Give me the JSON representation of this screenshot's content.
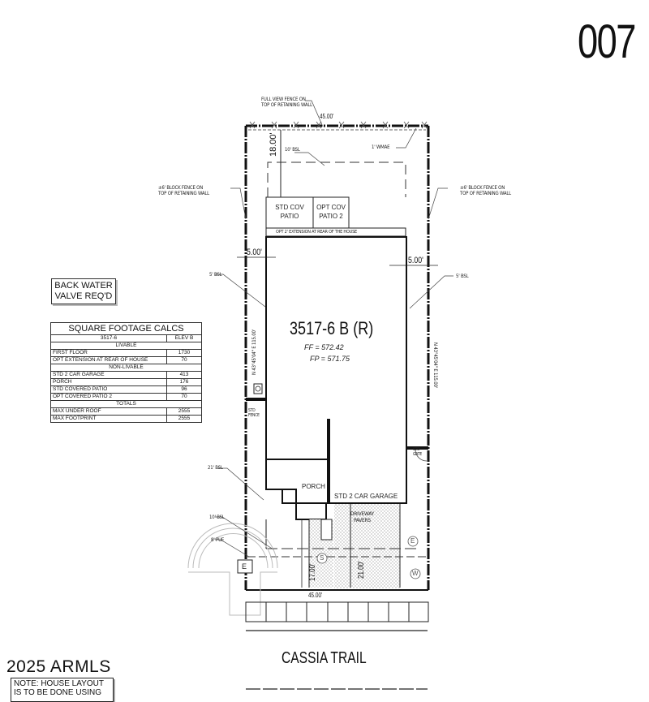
{
  "sheet": {
    "number": "007"
  },
  "lot": {
    "plan_name": "3517-6 B (R)",
    "finish_floor_label": "FF",
    "finish_floor": "572.42",
    "finish_pad_label": "FP",
    "finish_pad": "571.75",
    "front_width": "45.00'",
    "rear_width": "45.00'",
    "side_bearing_left": "N 43°45'04\" E 115.00'",
    "side_bearing_right": "N 43°45'04\" E 115.00'",
    "rear_setback_dim": "18.00'",
    "side_setback_left_dim": "5.00'",
    "side_setback_right_dim": "5.00'",
    "front_garage_dim": "21.00'",
    "front_house_dim": "17.00'"
  },
  "annotations": {
    "rear_fence": "FULL VIEW FENCE ON\nTOP OF RETAINING WALL",
    "left_fence": "±6' BLOCK FENCE ON\nTOP OF RETAINING WALL",
    "right_fence": "±6' BLOCK FENCE ON\nTOP OF RETAINING WALL",
    "rear_bsl": "10' BSL",
    "wmae": "1' WMAE",
    "left_bsl": "5' BSL",
    "right_bsl": "5' BSL",
    "front_bsl_21": "21' BSL",
    "front_bsl_10": "10' BSL",
    "pue": "8' PUE",
    "std_fence": "STD\nFENCE",
    "std_gate": "STD\nGATE",
    "electric_symbol": "E",
    "water_symbol": "W",
    "sewer_symbol": "S",
    "box_symbol": "E"
  },
  "rooms": {
    "std_cov_patio": "STD COV\nPATIO",
    "opt_cov_patio_2": "OPT COV\nPATIO 2",
    "opt_extension": "OPT 2' EXTENSION AT REAR OF THE HOUSE",
    "porch": "PORCH",
    "garage": "STD 2 CAR GARAGE",
    "driveway": "DRIVEWAY\nPAVERS"
  },
  "back_water_valve": "BACK WATER\nVALVE REQ'D",
  "sqft_table": {
    "title": "SQUARE FOOTAGE CALCS",
    "plan": "3517-6",
    "elevation": "ELEV B",
    "sections": [
      {
        "header": "LIVABLE",
        "rows": [
          {
            "label": "FIRST FLOOR",
            "value": "1730"
          },
          {
            "label": "OPT EXTENSION AT REAR OF HOUSE",
            "value": "70"
          }
        ]
      },
      {
        "header": "NON-LIVABLE",
        "rows": [
          {
            "label": "STD 2 CAR GARAGE",
            "value": "413"
          },
          {
            "label": "PORCH",
            "value": "176"
          },
          {
            "label": "STD COVERED PATIO",
            "value": "96"
          },
          {
            "label": "OPT COVERED PATIO 2",
            "value": "70"
          }
        ]
      },
      {
        "header": "TOTALS",
        "rows": [
          {
            "label": "MAX UNDER ROOF",
            "value": "2555"
          },
          {
            "label": "MAX FOOTPRINT",
            "value": "2555"
          }
        ]
      }
    ]
  },
  "street_name": "CASSIA TRAIL",
  "watermark": "2025 ARMLS",
  "note": "NOTE: HOUSE LAYOUT\nIS TO BE DONE USING"
}
